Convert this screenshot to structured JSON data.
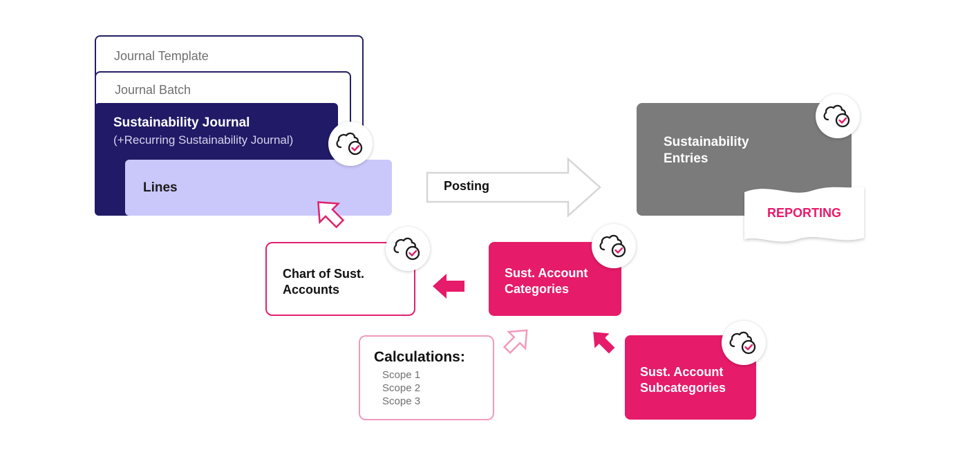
{
  "journal_template": {
    "label": "Journal Template"
  },
  "journal_batch": {
    "label": "Journal Batch"
  },
  "sustainability_journal": {
    "title": "Sustainability Journal",
    "subtitle": "(+Recurring Sustainability Journal)"
  },
  "lines": {
    "label": "Lines"
  },
  "posting": {
    "label": "Posting"
  },
  "sustainability_entries": {
    "title": "Sustainability Entries"
  },
  "reporting": {
    "label": "REPORTING"
  },
  "chart_of_accounts": {
    "title_line1": "Chart of Sust.",
    "title_line2": "Accounts"
  },
  "account_categories": {
    "title_line1": "Sust. Account",
    "title_line2": "Categories"
  },
  "account_subcategories": {
    "title_line1": "Sust. Account",
    "title_line2": "Subcategories"
  },
  "calculations": {
    "title": "Calculations:",
    "items": [
      "Scope 1",
      "Scope 2",
      "Scope 3"
    ]
  },
  "colors": {
    "navy": "#211a66",
    "lavender": "#cac8fa",
    "magenta": "#e61b6a",
    "pink_light": "#f19abd",
    "gray": "#7b7b7b"
  },
  "icons": {
    "badge": "cloud-check-icon",
    "arrow_solid": "arrow-icon",
    "arrow_outline": "outline-arrow-icon"
  }
}
